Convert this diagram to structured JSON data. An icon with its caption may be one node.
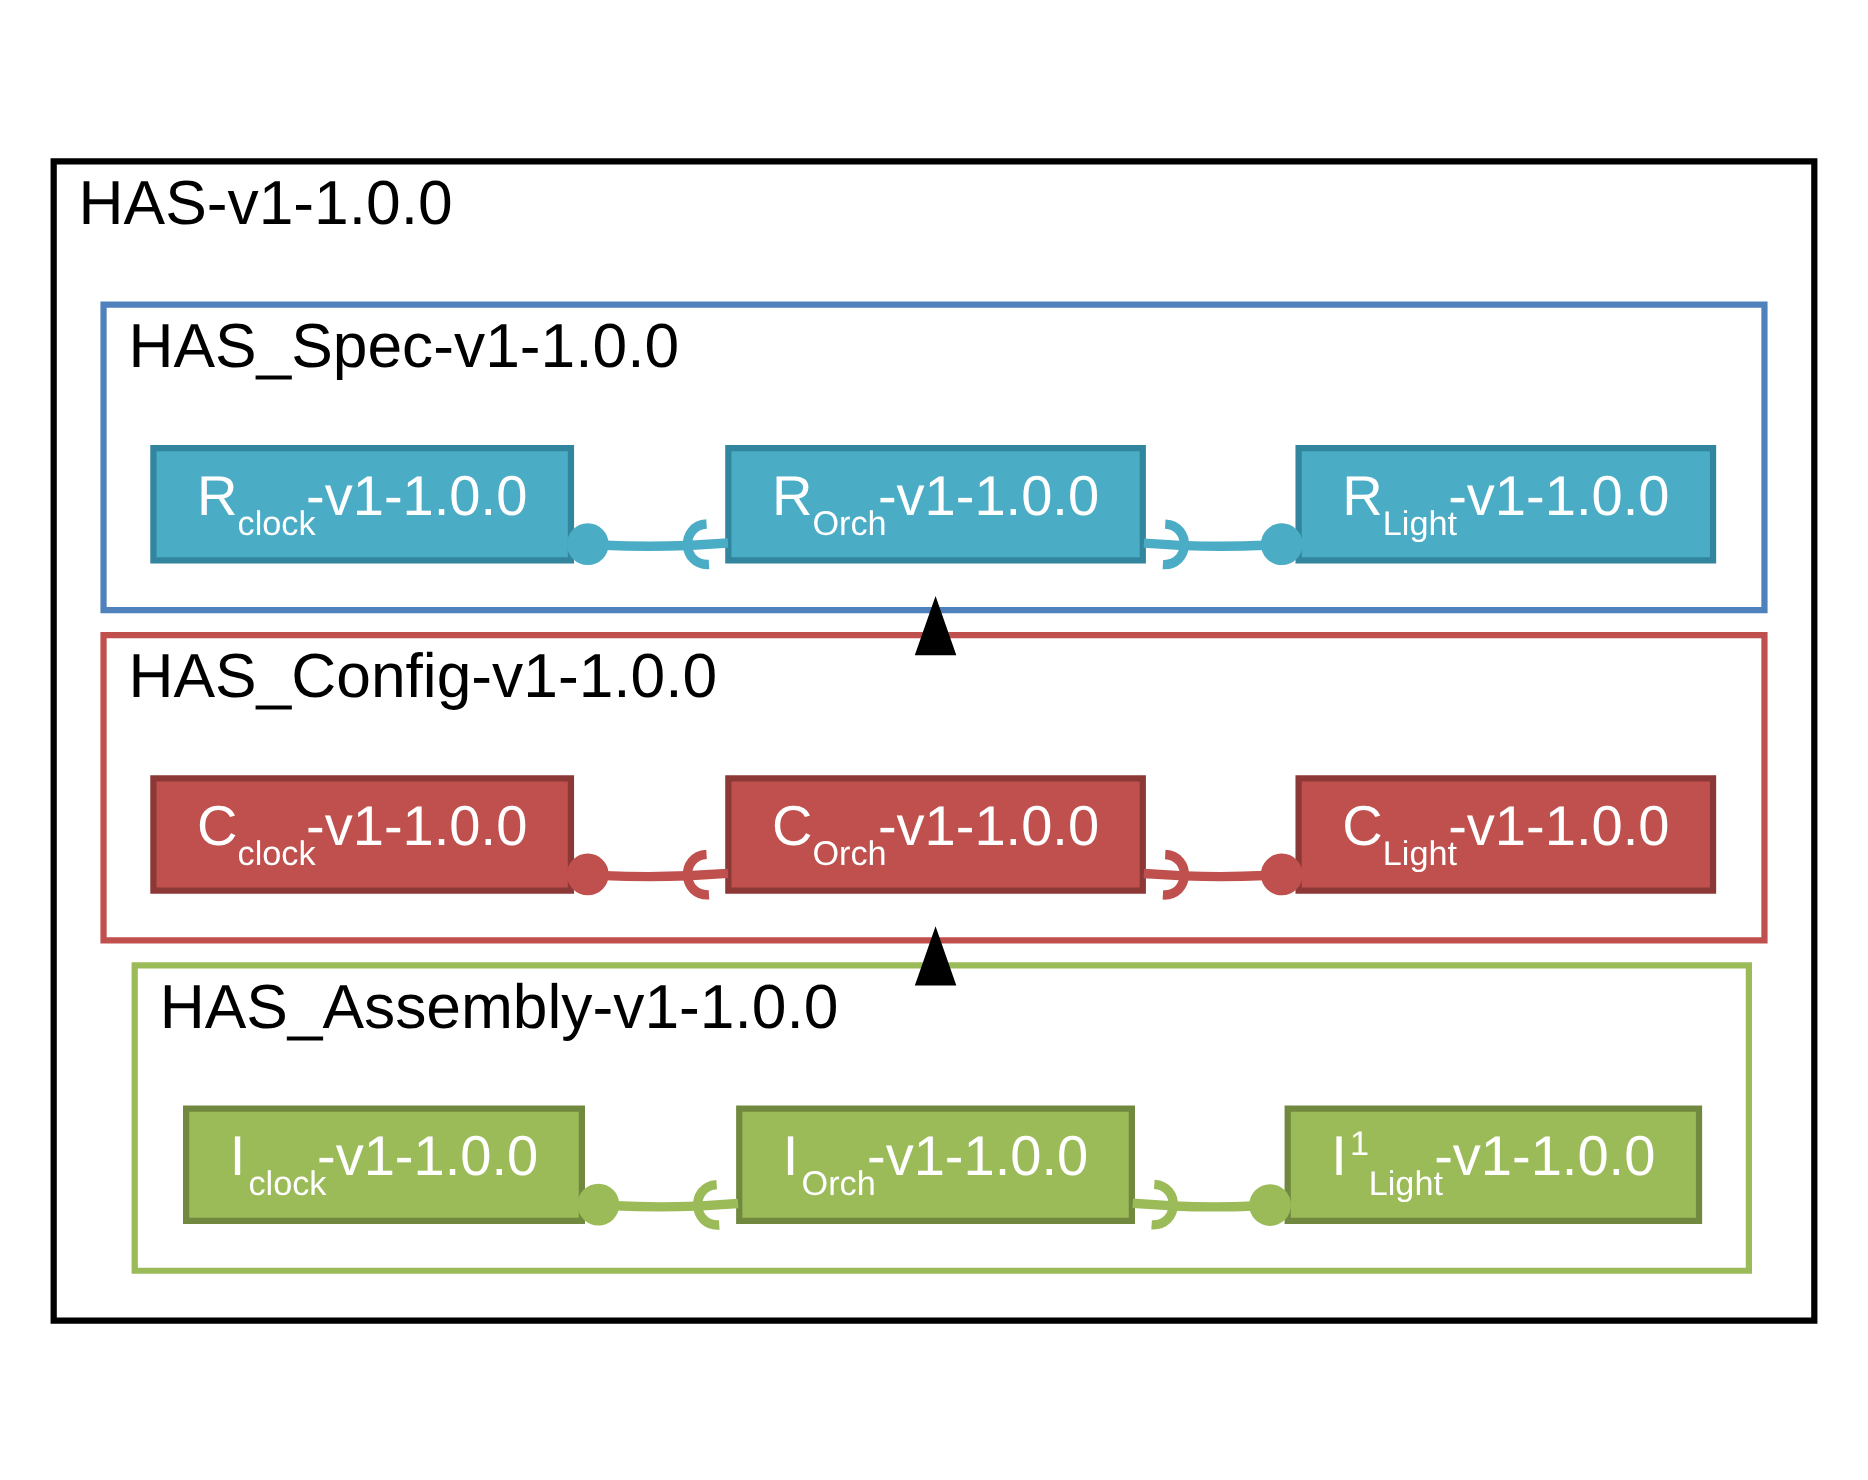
{
  "diagram": {
    "nodes": [
      {
        "text": [
          "HAS-v1-1.0.0"
        ]
      },
      {
        "text": [
          "HAS_Spec-v1-1.0.0"
        ],
        "in": 0
      },
      {
        "text": [
          "R$_{clock}$-v1-1.0.0"
        ],
        "in": 1
      },
      {
        "text": [
          "R$_{Orch}$-v1-1.0.0"
        ],
        "in": 1
      },
      {
        "text": [
          "R$_{Light}$-v1-1.0.0"
        ],
        "in": 1
      },
      {
        "text": [
          "HAS_Config-v1-1.0.0"
        ],
        "in": 0
      },
      {
        "text": [
          "C$_{clock}$-v1-1.0.0"
        ],
        "in": 5
      },
      {
        "text": [
          "C$_{Orch}$-v1-1.0.0"
        ],
        "in": 5
      },
      {
        "text": [
          "C$_{Light}$-v1-1.0.0"
        ],
        "in": 5
      },
      {
        "text": [
          "HAS_Assembly-v1-1.0.0"
        ],
        "in": 0
      },
      {
        "text": [
          "I$_{clock}$-v1-1.0.0"
        ],
        "in": 9
      },
      {
        "text": [
          "I$_{Orch}$-v1-1.0.0"
        ],
        "in": 9
      },
      {
        "text": [
          "I$^{1}$$_{Light}$-v1-1.0.0"
        ],
        "in": 9
      }
    ],
    "edges": [
      {
        "from": 2,
        "to": 3,
        "arrow": "other",
        "color": "#4bacc6"
      },
      {
        "from": 4,
        "to": 3,
        "arrow": "other",
        "color": "#4bacc6"
      },
      {
        "from": 6,
        "to": 7,
        "arrow": "other",
        "color": "#c0504d"
      },
      {
        "from": 8,
        "to": 7,
        "arrow": "other",
        "color": "#c0504d"
      },
      {
        "from": 10,
        "to": 11,
        "arrow": "other",
        "color": "#9bbb59"
      },
      {
        "from": 12,
        "to": 11,
        "arrow": "other",
        "color": "#9bbb59"
      },
      {
        "from": 5,
        "to": 1,
        "arrow": "to",
        "style": "dashed",
        "color": "#000000"
      },
      {
        "from": 9,
        "to": 5,
        "arrow": "to",
        "style": "dashed",
        "color": "#000000"
      }
    ]
  }
}
